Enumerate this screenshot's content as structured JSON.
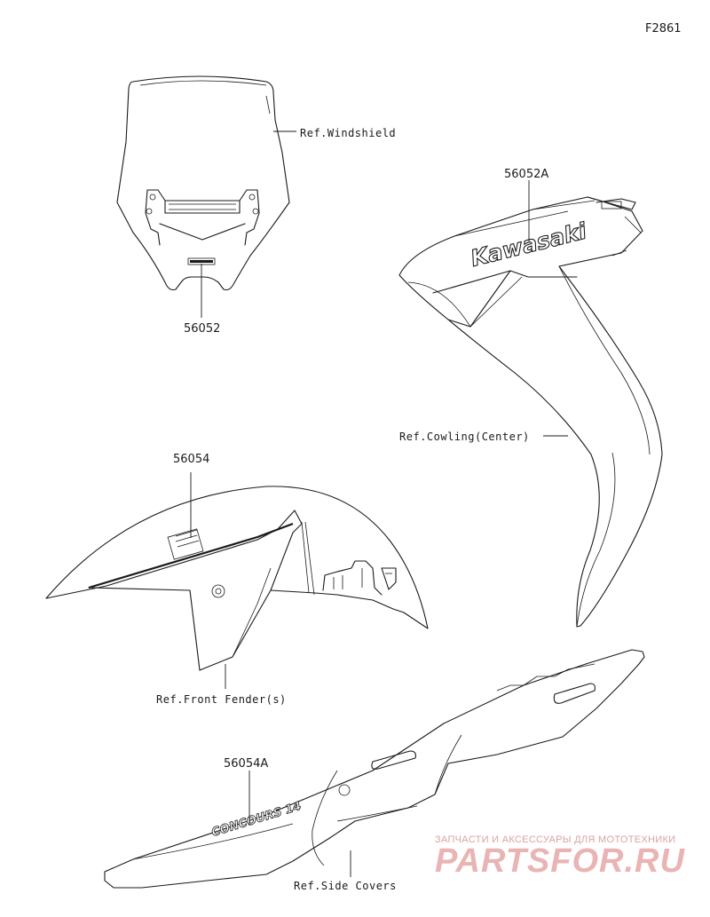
{
  "figure_id": "F2861",
  "parts": [
    {
      "part_number": "56052",
      "ref_label": "Ref.Windshield"
    },
    {
      "part_number": "56052A",
      "ref_label": "Ref.Cowling(Center)",
      "decal_text": "Kawasaki"
    },
    {
      "part_number": "56054",
      "ref_label": "Ref.Front Fender(s)"
    },
    {
      "part_number": "56054A",
      "ref_label": "Ref.Side Covers",
      "decal_text": "CONCOURS 14"
    }
  ],
  "watermark": {
    "tagline": "ЗАПЧАСТИ И АКСЕССУАРЫ ДЛЯ МОТОТЕХНИКИ",
    "brand": "PARTSFOR.RU",
    "color": "#e8a5a5"
  }
}
